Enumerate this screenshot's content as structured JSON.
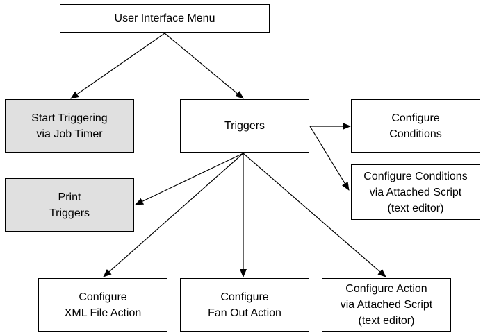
{
  "diagram": {
    "colors": {
      "box_fill": "#ffffff",
      "shaded_fill": "#e0e0e0",
      "stroke": "#000000"
    },
    "nodes": {
      "user_interface_menu": {
        "lines": [
          "User Interface Menu"
        ],
        "shaded": false
      },
      "start_triggering": {
        "lines": [
          "Start Triggering",
          "via Job Timer"
        ],
        "shaded": true
      },
      "triggers": {
        "lines": [
          "Triggers"
        ],
        "shaded": false
      },
      "configure_conditions": {
        "lines": [
          "Configure",
          "Conditions"
        ],
        "shaded": false
      },
      "configure_conditions_script": {
        "lines": [
          "Configure Conditions",
          "via Attached Script",
          "(text editor)"
        ],
        "shaded": false
      },
      "print_triggers": {
        "lines": [
          "Print",
          "Triggers"
        ],
        "shaded": true
      },
      "configure_xml_action": {
        "lines": [
          "Configure",
          "XML File Action"
        ],
        "shaded": false
      },
      "configure_fan_out_action": {
        "lines": [
          "Configure",
          "Fan Out Action"
        ],
        "shaded": false
      },
      "configure_action_script": {
        "lines": [
          "Configure Action",
          "via Attached Script",
          "(text editor)"
        ],
        "shaded": false
      }
    },
    "edges": [
      {
        "from": "user_interface_menu",
        "to": "start_triggering"
      },
      {
        "from": "user_interface_menu",
        "to": "triggers"
      },
      {
        "from": "triggers",
        "to": "configure_conditions"
      },
      {
        "from": "triggers",
        "to": "configure_conditions_script"
      },
      {
        "from": "triggers",
        "to": "print_triggers"
      },
      {
        "from": "triggers",
        "to": "configure_xml_action"
      },
      {
        "from": "triggers",
        "to": "configure_fan_out_action"
      },
      {
        "from": "triggers",
        "to": "configure_action_script"
      }
    ]
  }
}
